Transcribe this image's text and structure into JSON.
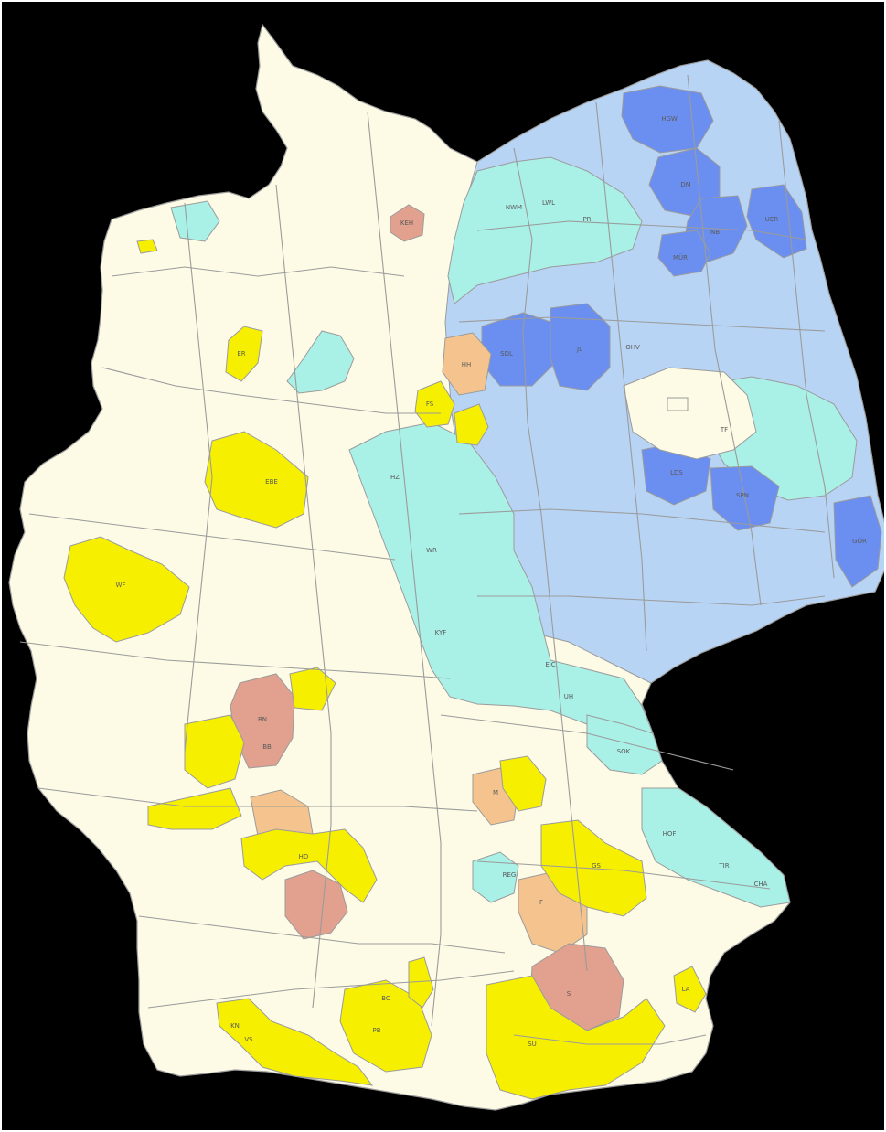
{
  "map": {
    "title": "",
    "colors": {
      "background": "#000000",
      "base": "#fdfbe6",
      "yellow": "#f6f000",
      "peach": "#f5c48e",
      "salmon": "#e2a08e",
      "cyan": "#a9f0e6",
      "light_blue": "#b8d4f5",
      "blue": "#6b8ff0",
      "border": "#9b9b9b"
    },
    "regions": [
      {
        "label": "HGW",
        "fill": "blue"
      },
      {
        "label": "DM",
        "fill": "blue"
      },
      {
        "label": "NB",
        "fill": "blue"
      },
      {
        "label": "MÜR",
        "fill": "blue"
      },
      {
        "label": "UER",
        "fill": "blue"
      },
      {
        "label": "SDL",
        "fill": "blue"
      },
      {
        "label": "JL",
        "fill": "blue"
      },
      {
        "label": "LDS",
        "fill": "blue"
      },
      {
        "label": "SPN",
        "fill": "blue"
      },
      {
        "label": "GÖR",
        "fill": "blue"
      },
      {
        "label": "NWM",
        "fill": "cyan"
      },
      {
        "label": "LWL",
        "fill": "cyan"
      },
      {
        "label": "PR",
        "fill": "cyan"
      },
      {
        "label": "OHV",
        "fill": "cyan"
      },
      {
        "label": "TF",
        "fill": "cyan"
      },
      {
        "label": "HZ",
        "fill": "cyan"
      },
      {
        "label": "WR",
        "fill": "cyan"
      },
      {
        "label": "KYF",
        "fill": "cyan"
      },
      {
        "label": "EIC",
        "fill": "cyan"
      },
      {
        "label": "UH",
        "fill": "cyan"
      },
      {
        "label": "SOK",
        "fill": "cyan"
      },
      {
        "label": "HOF",
        "fill": "cyan"
      },
      {
        "label": "TIR",
        "fill": "cyan"
      },
      {
        "label": "CHA",
        "fill": "cyan"
      },
      {
        "label": "REG",
        "fill": "cyan"
      },
      {
        "label": "KEH",
        "fill": "cyan"
      },
      {
        "label": "HH",
        "fill": "salmon"
      },
      {
        "label": "WF",
        "fill": "peach"
      },
      {
        "label": "BN",
        "fill": "peach"
      },
      {
        "label": "F",
        "fill": "salmon"
      },
      {
        "label": "S",
        "fill": "salmon"
      },
      {
        "label": "M",
        "fill": "salmon"
      },
      {
        "label": "ER",
        "fill": "peach"
      },
      {
        "label": "FS",
        "fill": "yellow"
      },
      {
        "label": "EBE",
        "fill": "yellow"
      },
      {
        "label": "HD",
        "fill": "yellow"
      },
      {
        "label": "KN",
        "fill": "yellow"
      },
      {
        "label": "PB",
        "fill": "yellow"
      },
      {
        "label": "BB",
        "fill": "yellow"
      },
      {
        "label": "GS",
        "fill": "yellow"
      },
      {
        "label": "SU",
        "fill": "yellow"
      },
      {
        "label": "BC",
        "fill": "yellow"
      },
      {
        "label": "LA",
        "fill": "yellow"
      },
      {
        "label": "VS",
        "fill": "yellow"
      }
    ]
  }
}
